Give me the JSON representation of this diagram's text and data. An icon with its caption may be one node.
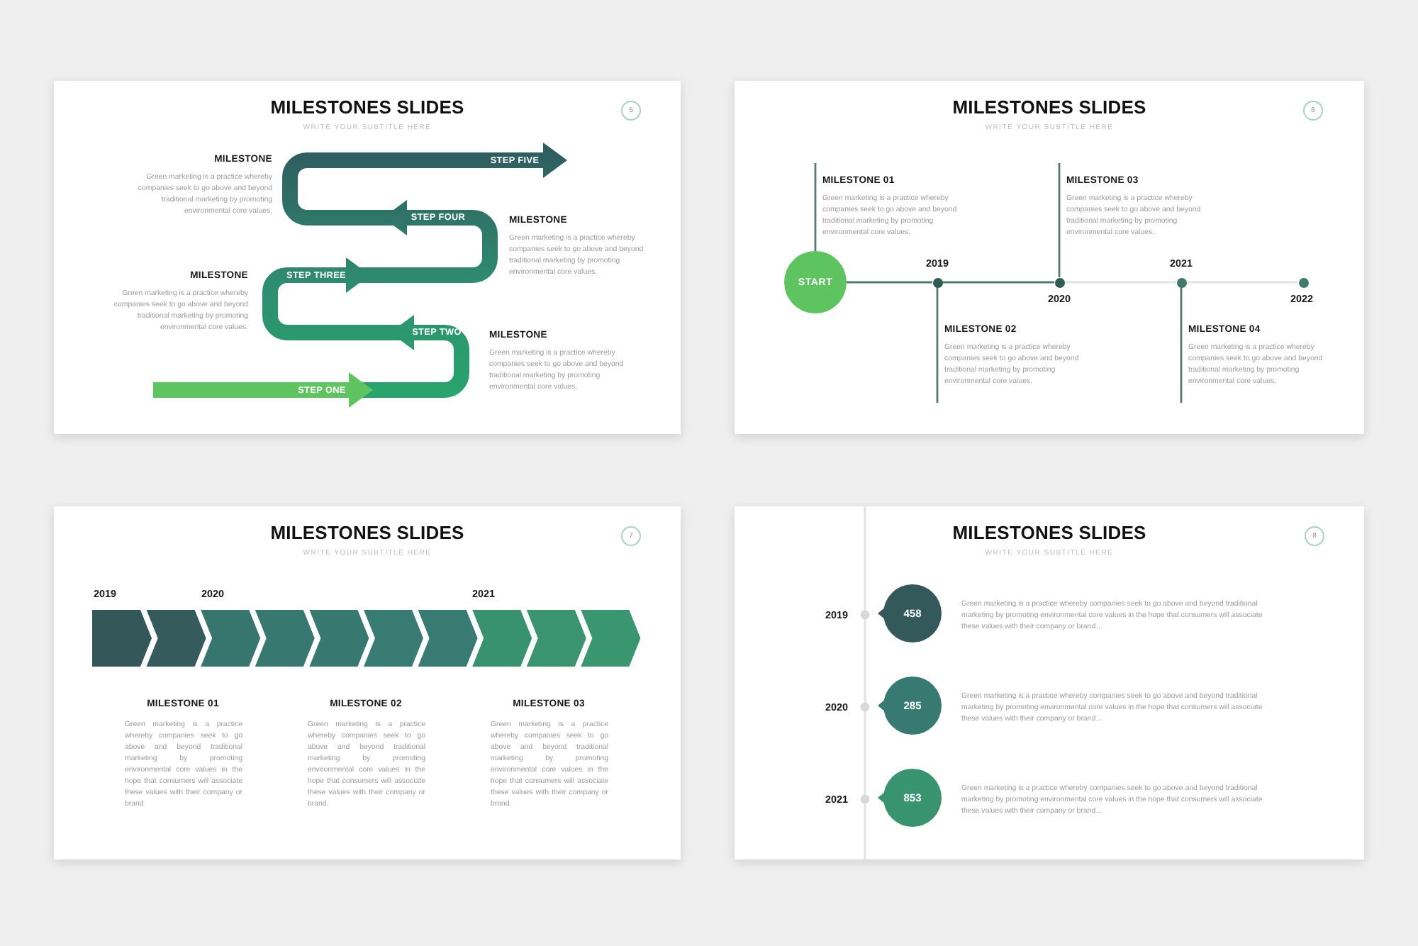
{
  "diagram": {
    "nodes": [
      {
        "text": [
          "MILESTONES SLIDES",
          "WRITE YOUR SUBTITLE HERE"
        ]
      },
      {
        "text": [
          "5"
        ],
        "in": 0
      },
      {
        "text": [
          "STEP FIVE",
          "STEP FOUR",
          "STEP THREE",
          "STEP TWO",
          "STEP ONE"
        ],
        "in": 0
      },
      {
        "text": [
          "MILESTONES SLIDES",
          "WRITE YOUR SUBTITLE HERE"
        ]
      },
      {
        "text": [
          "6"
        ],
        "in": 3
      },
      {
        "text": [
          "MILESTONE 01",
          "Green marketing is a practice whereby companies seek to go above and beyond traditional marketing by promoting environmental core values."
        ],
        "in": 3
      },
      {
        "text": [
          "MILESTONE 03",
          "Green marketing is a practice whereby companies seek to go above and beyond traditional marketing by promoting environmental core values."
        ],
        "in": 3
      },
      {
        "text": [
          "START"
        ],
        "in": 3
      },
      {
        "text": [],
        "shape": "circle",
        "beside": [
          "2019"
        ],
        "in": 3
      },
      {
        "text": [],
        "shape": "circle",
        "beside": [
          "2020"
        ],
        "in": 3
      },
      {
        "text": [],
        "shape": "circle",
        "beside": [
          "2021"
        ],
        "in": 3
      },
      {
        "text": [],
        "shape": "circle",
        "beside": [
          "2022"
        ],
        "in": 3
      },
      {
        "text": [
          "MILESTONE 02",
          "Green marketing is a practice whereby companies seek to go above and beyond traditional marketing by promoting environmental core values."
        ],
        "in": 3
      },
      {
        "text": [
          "MILESTONE 04",
          "Green marketing is a practice whereby companies seek to go above and beyond traditional marketing by promoting environmental core values."
        ],
        "in": 3
      },
      {
        "text": [
          "MILESTONES SLIDES",
          "WRITE YOUR SUBTITLE HERE"
        ]
      },
      {
        "text": [
          "7"
        ],
        "in": 14
      },
      {
        "text": [
          "MILESTONES SLIDES",
          "WRITE YOUR SUBTITLE HERE"
        ]
      },
      {
        "text": [
          "8"
        ],
        "in": 16
      },
      {
        "text": [
          "458"
        ],
        "beside": [
          "Green marketing is a practice whereby companies seek to go above and beyond traditional marketing by promoting environmental core values in the hope that consumers will associate these values with their company or brand…"
        ],
        "in": 16
      },
      {
        "text": [
          "285"
        ],
        "beside": [
          "Green marketing is a practice whereby companies seek to go above and beyond traditional marketing by promoting environmental core values in the hope that consumers will associate these values with their company or brand…"
        ],
        "in": 16
      },
      {
        "text": [
          "853"
        ],
        "beside": [
          "Green marketing is a practice whereby companies seek to go above and beyond traditional marketing by promoting environmental core values in the hope that consumers will associate these values with their company or brand…"
        ],
        "in": 16
      }
    ],
    "edges": [
      {
        "from": 7,
        "to": 8,
        "arrow": "none"
      },
      {
        "from": 8,
        "to": 9,
        "arrow": "none"
      },
      {
        "from": 9,
        "to": 10,
        "arrow": "none",
        "color": "#dfe3e2"
      },
      {
        "from": 10,
        "to": 11,
        "arrow": "none",
        "color": "#dfe3e2"
      },
      {
        "from": 7,
        "to": 5,
        "arrow": "none"
      },
      {
        "from": 8,
        "to": 12,
        "arrow": "none"
      },
      {
        "from": 9,
        "to": 6,
        "arrow": "none"
      },
      {
        "from": 10,
        "to": 13,
        "arrow": "none"
      }
    ],
    "labels": [
      "MILESTONE",
      "Green marketing is a practice whereby companies seek to go above and beyond traditional marketing by promoting environmental core values.",
      "MILESTONE",
      "Green marketing is a practice whereby companies seek to go above and beyond traditional marketing by promoting environmental core values.",
      "MILESTONE",
      "Green marketing is a practice whereby companies seek to go above and beyond traditional marketing by promoting environmental core values.",
      "MILESTONE",
      "Green marketing is a practice whereby companies seek to go above and beyond traditional marketing by promoting environmental core values.",
      "2019",
      "2020",
      "2021",
      "MILESTONE 01",
      "Green marketing is a practice whereby companies seek to go above and beyond traditional marketing by promoting environmental core values in the hope that consumers will associate these values with their company or brand.",
      "MILESTONE 02",
      "Green marketing is a practice whereby companies seek to go above and beyond traditional marketing by promoting environmental core values in the hope that consumers will associate these values with their company or brand.",
      "MILESTONE 03",
      "Green marketing is a practice whereby companies seek to go above and beyond traditional marketing by promoting environmental core values in the hope that consumers will associate these values with their company or brand.",
      "2019",
      "2020",
      "2021"
    ]
  }
}
